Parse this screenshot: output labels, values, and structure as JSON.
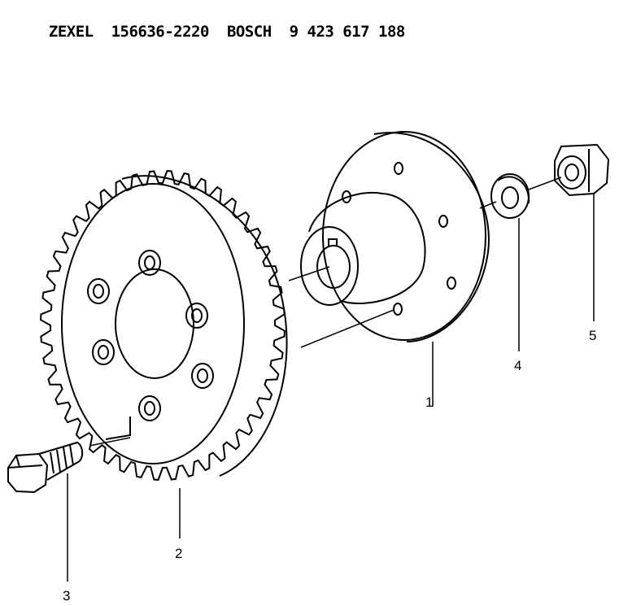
{
  "header": {
    "brand1": "ZEXEL",
    "part1": "156636-2220",
    "brand2": "BOSCH",
    "part2": "9 423 617 188"
  },
  "callouts": {
    "c1": "1",
    "c2": "2",
    "c3": "3",
    "c4": "4",
    "c5": "5"
  }
}
